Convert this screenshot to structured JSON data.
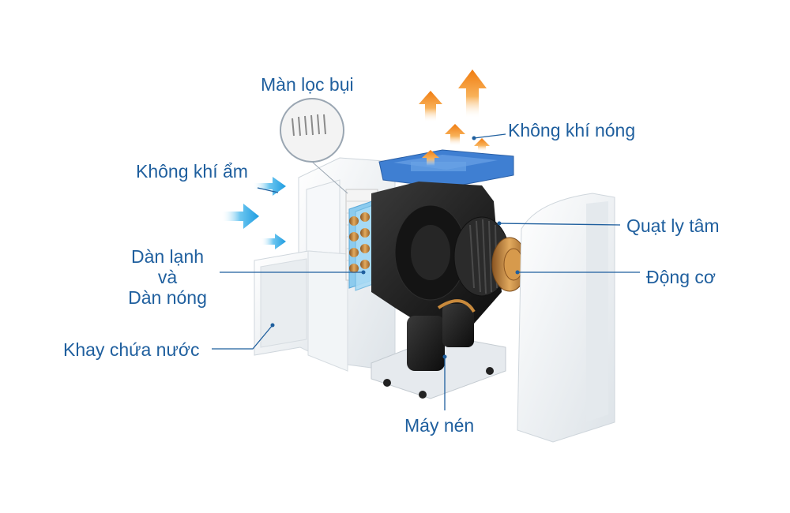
{
  "labels": {
    "dust_filter": "Màn lọc bụi",
    "humid_air": "Không khí ẩm",
    "hot_air": "Không khí nóng",
    "centrifugal_fan": "Quạt ly tâm",
    "coils_line1": "Dàn lạnh",
    "coils_line2": "và",
    "coils_line3": "Dàn nóng",
    "motor": "Động cơ",
    "water_tray": "Khay chứa nước",
    "compressor": "Máy nén"
  },
  "colors": {
    "label_text": "#1f5f9e",
    "leader_line": "#1f5f9e",
    "inflow_arrow": "#29a8e8",
    "outflow_arrow": "#f28a1e",
    "casing": "#eef1f4",
    "machine_body": "#1c1c1c",
    "panel_blue": "#4a86d6",
    "coil_blue": "#7fc4ea",
    "copper": "#c98a3c"
  },
  "icons": {
    "inflow": "arrow-right-icon",
    "outflow": "arrow-up-icon"
  }
}
